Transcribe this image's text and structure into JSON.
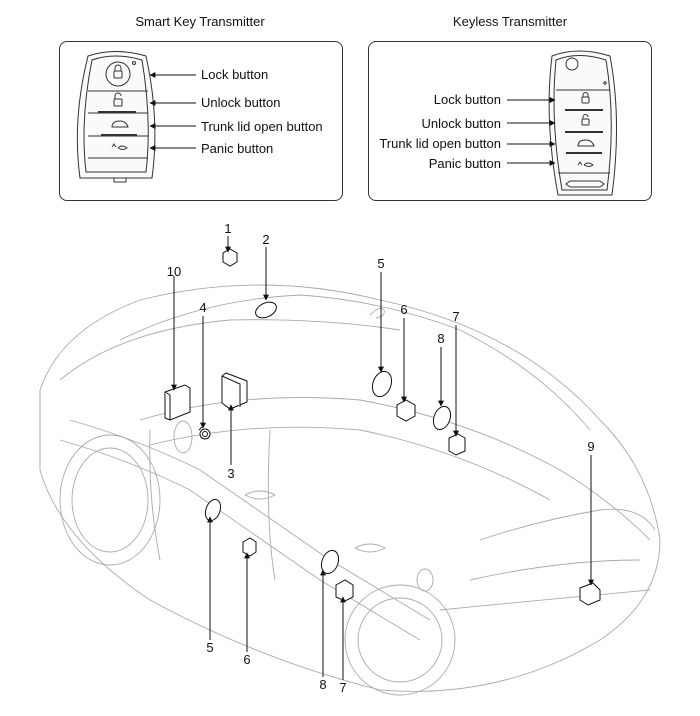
{
  "smart_key": {
    "title": "Smart Key Transmitter",
    "labels": [
      "Lock button",
      "Unlock button",
      "Trunk lid open button",
      "Panic button"
    ]
  },
  "keyless": {
    "title": "Keyless Transmitter",
    "labels": [
      "Lock button",
      "Unlock button",
      "Trunk lid open button",
      "Panic button"
    ]
  },
  "callouts": [
    "1",
    "2",
    "3",
    "4",
    "5",
    "6",
    "7",
    "8",
    "9",
    "10",
    "5",
    "6",
    "8",
    "7"
  ]
}
